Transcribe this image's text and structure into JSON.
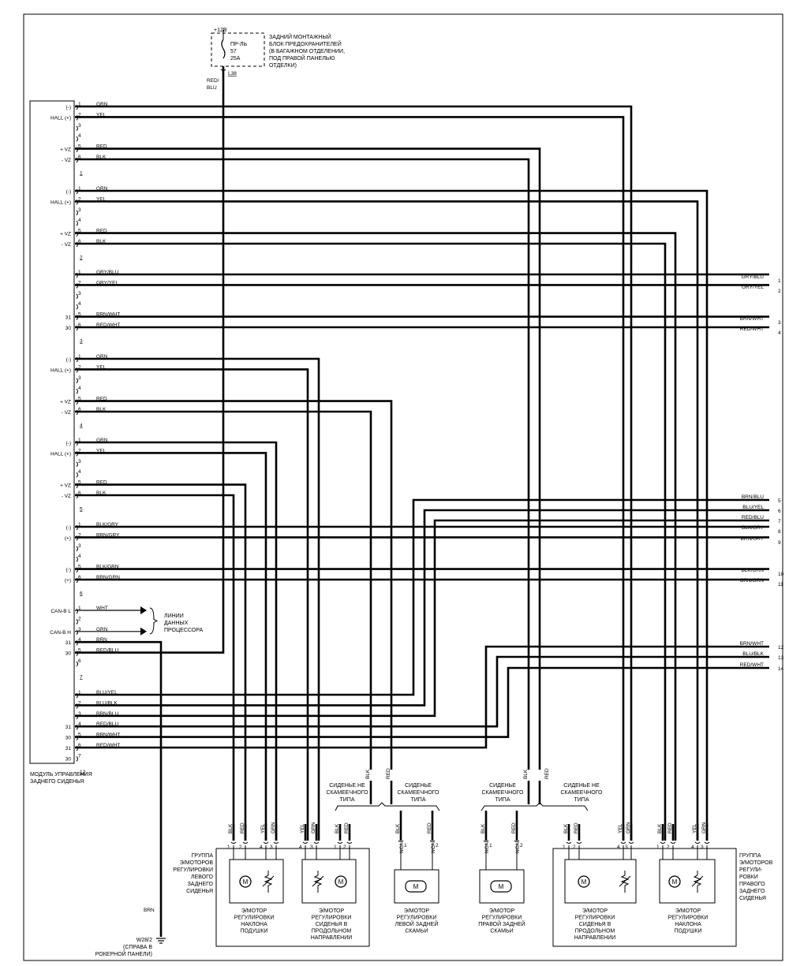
{
  "fuse": {
    "supply": "+12В",
    "name": "ПР-ЛЬ",
    "number": "57",
    "rating": "25A",
    "connector": "L38",
    "description": [
      "ЗАДНИЙ МОНТАЖНЫЙ",
      "БЛОК ПРЕДОХРАНИТЕЛЕЙ",
      "(В БАГАЖНОМ ОТДЕЛЕНИИ,",
      "ПОД ПРАВОЙ ПАНЕЛЬЮ",
      "ОТДЕЛКИ)"
    ],
    "wire_color": [
      "RED/",
      "BLU"
    ]
  },
  "module": {
    "name": [
      "МОДУЛЬ УПРАВЛЕНИЯ",
      "ЗАДНЕГО СИДЕНЬЯ"
    ]
  },
  "connector_groups": [
    {
      "id": "1",
      "rows": [
        {
          "pin": "1",
          "left": "(-)",
          "color": "GRN"
        },
        {
          "pin": "2",
          "left": "HALL (+)",
          "color": "YEL"
        },
        {
          "pin": "3"
        },
        {
          "pin": "4"
        },
        {
          "pin": "5",
          "left": "+ VZ",
          "color": "RED"
        },
        {
          "pin": "6",
          "left": "- VZ",
          "color": "BLK"
        }
      ]
    },
    {
      "id": "1",
      "rows": [
        {
          "pin": "1",
          "left": "(-)",
          "color": "GRN"
        },
        {
          "pin": "2",
          "left": "HALL (+)",
          "color": "YEL"
        },
        {
          "pin": "3"
        },
        {
          "pin": "4"
        },
        {
          "pin": "5",
          "left": "+ VZ",
          "color": "RED"
        },
        {
          "pin": "6",
          "left": "- VZ",
          "color": "BLK"
        }
      ]
    },
    {
      "id": "2",
      "rows": [
        {
          "pin": "1",
          "color": "GRY/BLU"
        },
        {
          "pin": "2",
          "color": "GRY/YEL"
        },
        {
          "pin": "3"
        },
        {
          "pin": "4"
        },
        {
          "pin": "5",
          "left": "31",
          "color": "BRN/WHT"
        },
        {
          "pin": "6",
          "left": "30",
          "color": "RED/WHT"
        }
      ]
    },
    {
      "id": "3",
      "rows": [
        {
          "pin": "1",
          "left": "(-)",
          "color": "GRN"
        },
        {
          "pin": "2",
          "left": "HALL (+)",
          "color": "YEL"
        },
        {
          "pin": "3"
        },
        {
          "pin": "4"
        },
        {
          "pin": "5",
          "left": "+ VZ",
          "color": "RED"
        },
        {
          "pin": "6",
          "left": "- VZ",
          "color": "BLK"
        }
      ]
    },
    {
      "id": "4",
      "rows": [
        {
          "pin": "1",
          "left": "(-)",
          "color": "GRN"
        },
        {
          "pin": "2",
          "left": "HALL (+)",
          "color": "YEL"
        },
        {
          "pin": "3"
        },
        {
          "pin": "4"
        },
        {
          "pin": "5",
          "left": "+ VZ",
          "color": "RED"
        },
        {
          "pin": "6",
          "left": "- VZ",
          "color": "BLK"
        }
      ]
    },
    {
      "id": "5",
      "rows": [
        {
          "pin": "1",
          "left": "(-)",
          "color": "BLK/GRY"
        },
        {
          "pin": "2",
          "left": "(+)",
          "color": "BRN/GRY"
        },
        {
          "pin": "3"
        },
        {
          "pin": "4"
        },
        {
          "pin": "5",
          "left": "(-)",
          "color": "BLK/GRN"
        },
        {
          "pin": "6",
          "left": "(+)",
          "color": "BRN/GRN"
        }
      ]
    },
    {
      "id": "6",
      "rows": [
        {
          "pin": "1",
          "left": "CAN-B L",
          "color": "WHT"
        },
        {
          "pin": "2"
        },
        {
          "pin": "3",
          "left": "CAN-B H",
          "color": "GRN"
        },
        {
          "pin": "4",
          "left": "31",
          "color": "BRN"
        },
        {
          "pin": "5",
          "left": "30",
          "color": "RED/BLU"
        },
        {
          "pin": "6"
        }
      ]
    },
    {
      "id": "7",
      "rows": [
        {
          "pin": "1",
          "color": "BLU/YEL"
        },
        {
          "pin": "2",
          "color": "BLU/BLK"
        },
        {
          "pin": "3",
          "color": "BRN/BLU"
        },
        {
          "pin": "4",
          "left": "31",
          "color": "RED/BLU"
        },
        {
          "pin": "5",
          "left": "30",
          "color": "BRN/WHT"
        },
        {
          "pin": "6",
          "left": "31",
          "color": "RED/WHT"
        },
        {
          "pin": "7",
          "left": "30"
        }
      ]
    }
  ],
  "group_end_labels": [
    "1",
    "2",
    "3",
    "4",
    "5",
    "6",
    "7",
    "12"
  ],
  "data_lines": [
    "ЛИНИИ",
    "ДАННЫХ",
    "ПРОЦЕССОРА"
  ],
  "right_connectors": [
    {
      "pin": "1",
      "color": "GRY/BLU"
    },
    {
      "pin": "2",
      "color": "GRY/YEL"
    },
    {
      "pin": "3",
      "color": "BRN/WHT"
    },
    {
      "pin": "4",
      "color": "RED/WHT"
    },
    {
      "pin": "5",
      "color": "BRN/BLU"
    },
    {
      "pin": "6",
      "color": "BLU/YEL"
    },
    {
      "pin": "7",
      "color": "RED/BLU"
    },
    {
      "pin": "8",
      "color": "BLK/GRY"
    },
    {
      "pin": "9",
      "color": "BRN/GRY"
    },
    {
      "pin": "10",
      "color": "BLK/GRN"
    },
    {
      "pin": "11",
      "color": "BRN/GRN"
    },
    {
      "pin": "12",
      "color": "BRN/WHT"
    },
    {
      "pin": "13",
      "color": "BLU/BLK"
    },
    {
      "pin": "14",
      "color": "RED/WHT"
    }
  ],
  "ground": {
    "wire_color": "BRN",
    "name": "W28/2",
    "location": [
      "(СПРАВА В",
      "РОКЕРНОЙ ПАНЕЛИ)"
    ]
  },
  "seat_types": {
    "left_not_bench": [
      "СИДЕНЬЕ НЕ",
      "СКАМЕЕЧНОГО",
      "ТИПА"
    ],
    "left_bench": [
      "СИДЕНЬЕ",
      "СКАМЕЕЧНОГО",
      "ТИПА"
    ],
    "right_bench": [
      "СИДЕНЬЕ",
      "СКАМЕЕЧНОГО",
      "ТИПА"
    ],
    "right_not_bench": [
      "СИДЕНЬЕ НЕ",
      "СКАМЕЕЧНОГО",
      "ТИПА"
    ]
  },
  "groups": {
    "left": [
      "ГРУППА",
      "Э/МОТОРОВ",
      "РЕГУЛИРОВКИ",
      "ЛЕВОГО",
      "ЗАДНЕГО",
      "СИДЕНЬЯ"
    ],
    "right": [
      "ГРУППА",
      "Э/МОТОРОВ",
      "РЕГУЛИ-",
      "РОВКИ",
      "ПРАВОГО",
      "ЗАДНЕГО",
      "СИДЕНЬЯ"
    ]
  },
  "motors": [
    {
      "pins": [
        "1",
        "2",
        "4",
        "3"
      ],
      "colors": [
        "BLK",
        "RED",
        "YEL",
        "GRN"
      ],
      "caption": [
        "Э/МОТОР",
        "РЕГУЛИРОВКИ",
        "НАКЛОНА",
        "ПОДУШКИ"
      ]
    },
    {
      "pins": [
        "4",
        "3",
        "1",
        "2"
      ],
      "colors": [
        "YEL",
        "GRN",
        "BLK",
        "RED"
      ],
      "caption": [
        "Э/МОТОР",
        "РЕГУЛИРОВКИ",
        "СИДЕНЬЯ В",
        "ПРОДОЛЬНОМ",
        "НАПРАВЛЕНИИ"
      ]
    },
    {
      "pins": [
        "1",
        "2"
      ],
      "colors": [
        "BLK",
        "RED"
      ],
      "pin_labels": [
        "NCA",
        "NCA"
      ],
      "caption": [
        "Э/МОТОР",
        "РЕГУЛИРОВКИ",
        "ЛЕВОЙ ЗАДНЕЙ",
        "СКАМЬИ"
      ]
    },
    {
      "pins": [
        "1",
        "2"
      ],
      "colors": [
        "BLK",
        "RED"
      ],
      "pin_labels": [
        "NCA",
        "NCA"
      ],
      "caption": [
        "Э/МОТОР",
        "РЕГУЛИРОВКИ",
        "ПРАВОЙ ЗАДНЕЙ",
        "СКАМЬИ"
      ]
    },
    {
      "pins": [
        "1",
        "2",
        "4",
        "3"
      ],
      "colors": [
        "BLK",
        "RED",
        "YEL",
        "GRN"
      ],
      "caption": [
        "Э/МОТОР",
        "РЕГУЛИРОВКИ",
        "СИДЕНЬЯ В",
        "ПРОДОЛЬНОМ",
        "НАПРАВЛЕНИИ"
      ]
    },
    {
      "pins": [
        "1",
        "2",
        "4",
        "3"
      ],
      "colors": [
        "BLK",
        "RED",
        "YEL",
        "GRN"
      ],
      "caption": [
        "Э/МОТОР",
        "РЕГУЛИРОВКИ",
        "НАКЛОНА",
        "ПОДУШКИ"
      ]
    }
  ],
  "vertical_labels": {
    "left_bench": [
      "BLK",
      "RED"
    ],
    "right_bench": [
      "BLK",
      "RED"
    ]
  },
  "motor_symbol": "M"
}
